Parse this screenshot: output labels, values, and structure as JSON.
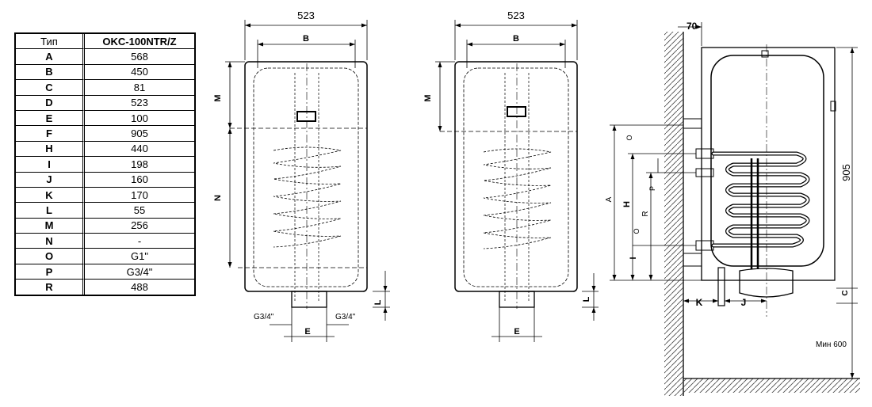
{
  "table": {
    "header": [
      "Тип",
      "OKC-100NTR/Z"
    ],
    "rows": [
      [
        "A",
        "568"
      ],
      [
        "B",
        "450"
      ],
      [
        "C",
        "81"
      ],
      [
        "D",
        "523"
      ],
      [
        "E",
        "100"
      ],
      [
        "F",
        "905"
      ],
      [
        "H",
        "440"
      ],
      [
        "I",
        "198"
      ],
      [
        "J",
        "160"
      ],
      [
        "K",
        "170"
      ],
      [
        "L",
        "55"
      ],
      [
        "M",
        "256"
      ],
      [
        "N",
        "-"
      ],
      [
        "O",
        "G1\""
      ],
      [
        "P",
        "G3/4\""
      ],
      [
        "R",
        "488"
      ]
    ]
  },
  "front_view": {
    "width_label": "523",
    "b_label": "B",
    "m_label": "M",
    "n_label": "N",
    "l_label": "L",
    "e_label": "E",
    "g_left": "G3/4\"",
    "g_right": "G3/4\""
  },
  "back_view": {
    "width_label": "523",
    "b_label": "B",
    "m_label": "M",
    "l_label": "L",
    "e_label": "E"
  },
  "side_view": {
    "wall_gap": "70",
    "height": "905",
    "a_label": "A",
    "h_label": "H",
    "r_label": "R",
    "o_top": "O",
    "o_bottom": "O",
    "p_label": "P",
    "i_label": "I",
    "k_label": "K",
    "j_label": "J",
    "c_label": "C",
    "min_label": "Мин 600"
  }
}
